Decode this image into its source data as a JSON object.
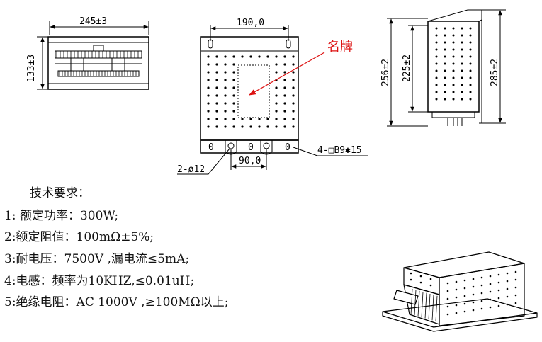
{
  "drawing": {
    "front_view": {
      "width_dim": "245±3",
      "height_dim": "133±3"
    },
    "top_view": {
      "top_spacing_dim": "190,0",
      "bottom_spacing_dim": "90,0",
      "hole_dim": "2-ø12",
      "slot_dim": "4-□B9✱15",
      "nameplate_label": "名牌",
      "slot_marks": [
        "0",
        "0",
        "0"
      ]
    },
    "side_view": {
      "dim_a": "256±2",
      "dim_b": "225±2",
      "dim_c": "285±2"
    }
  },
  "requirements": {
    "title": "技术要求：",
    "items": [
      "1: 额定功率：300W;",
      "2:额定阻值：100mΩ±5%;",
      "3:耐电压：7500V ,漏电流≤5mA;",
      "4:电感：频率为10KHZ,≤0.01uH;",
      "5:绝缘电阻：AC 1000V ,≥100MΩ以上;"
    ]
  },
  "colors": {
    "line": "#000000",
    "label": "#dd1111"
  }
}
